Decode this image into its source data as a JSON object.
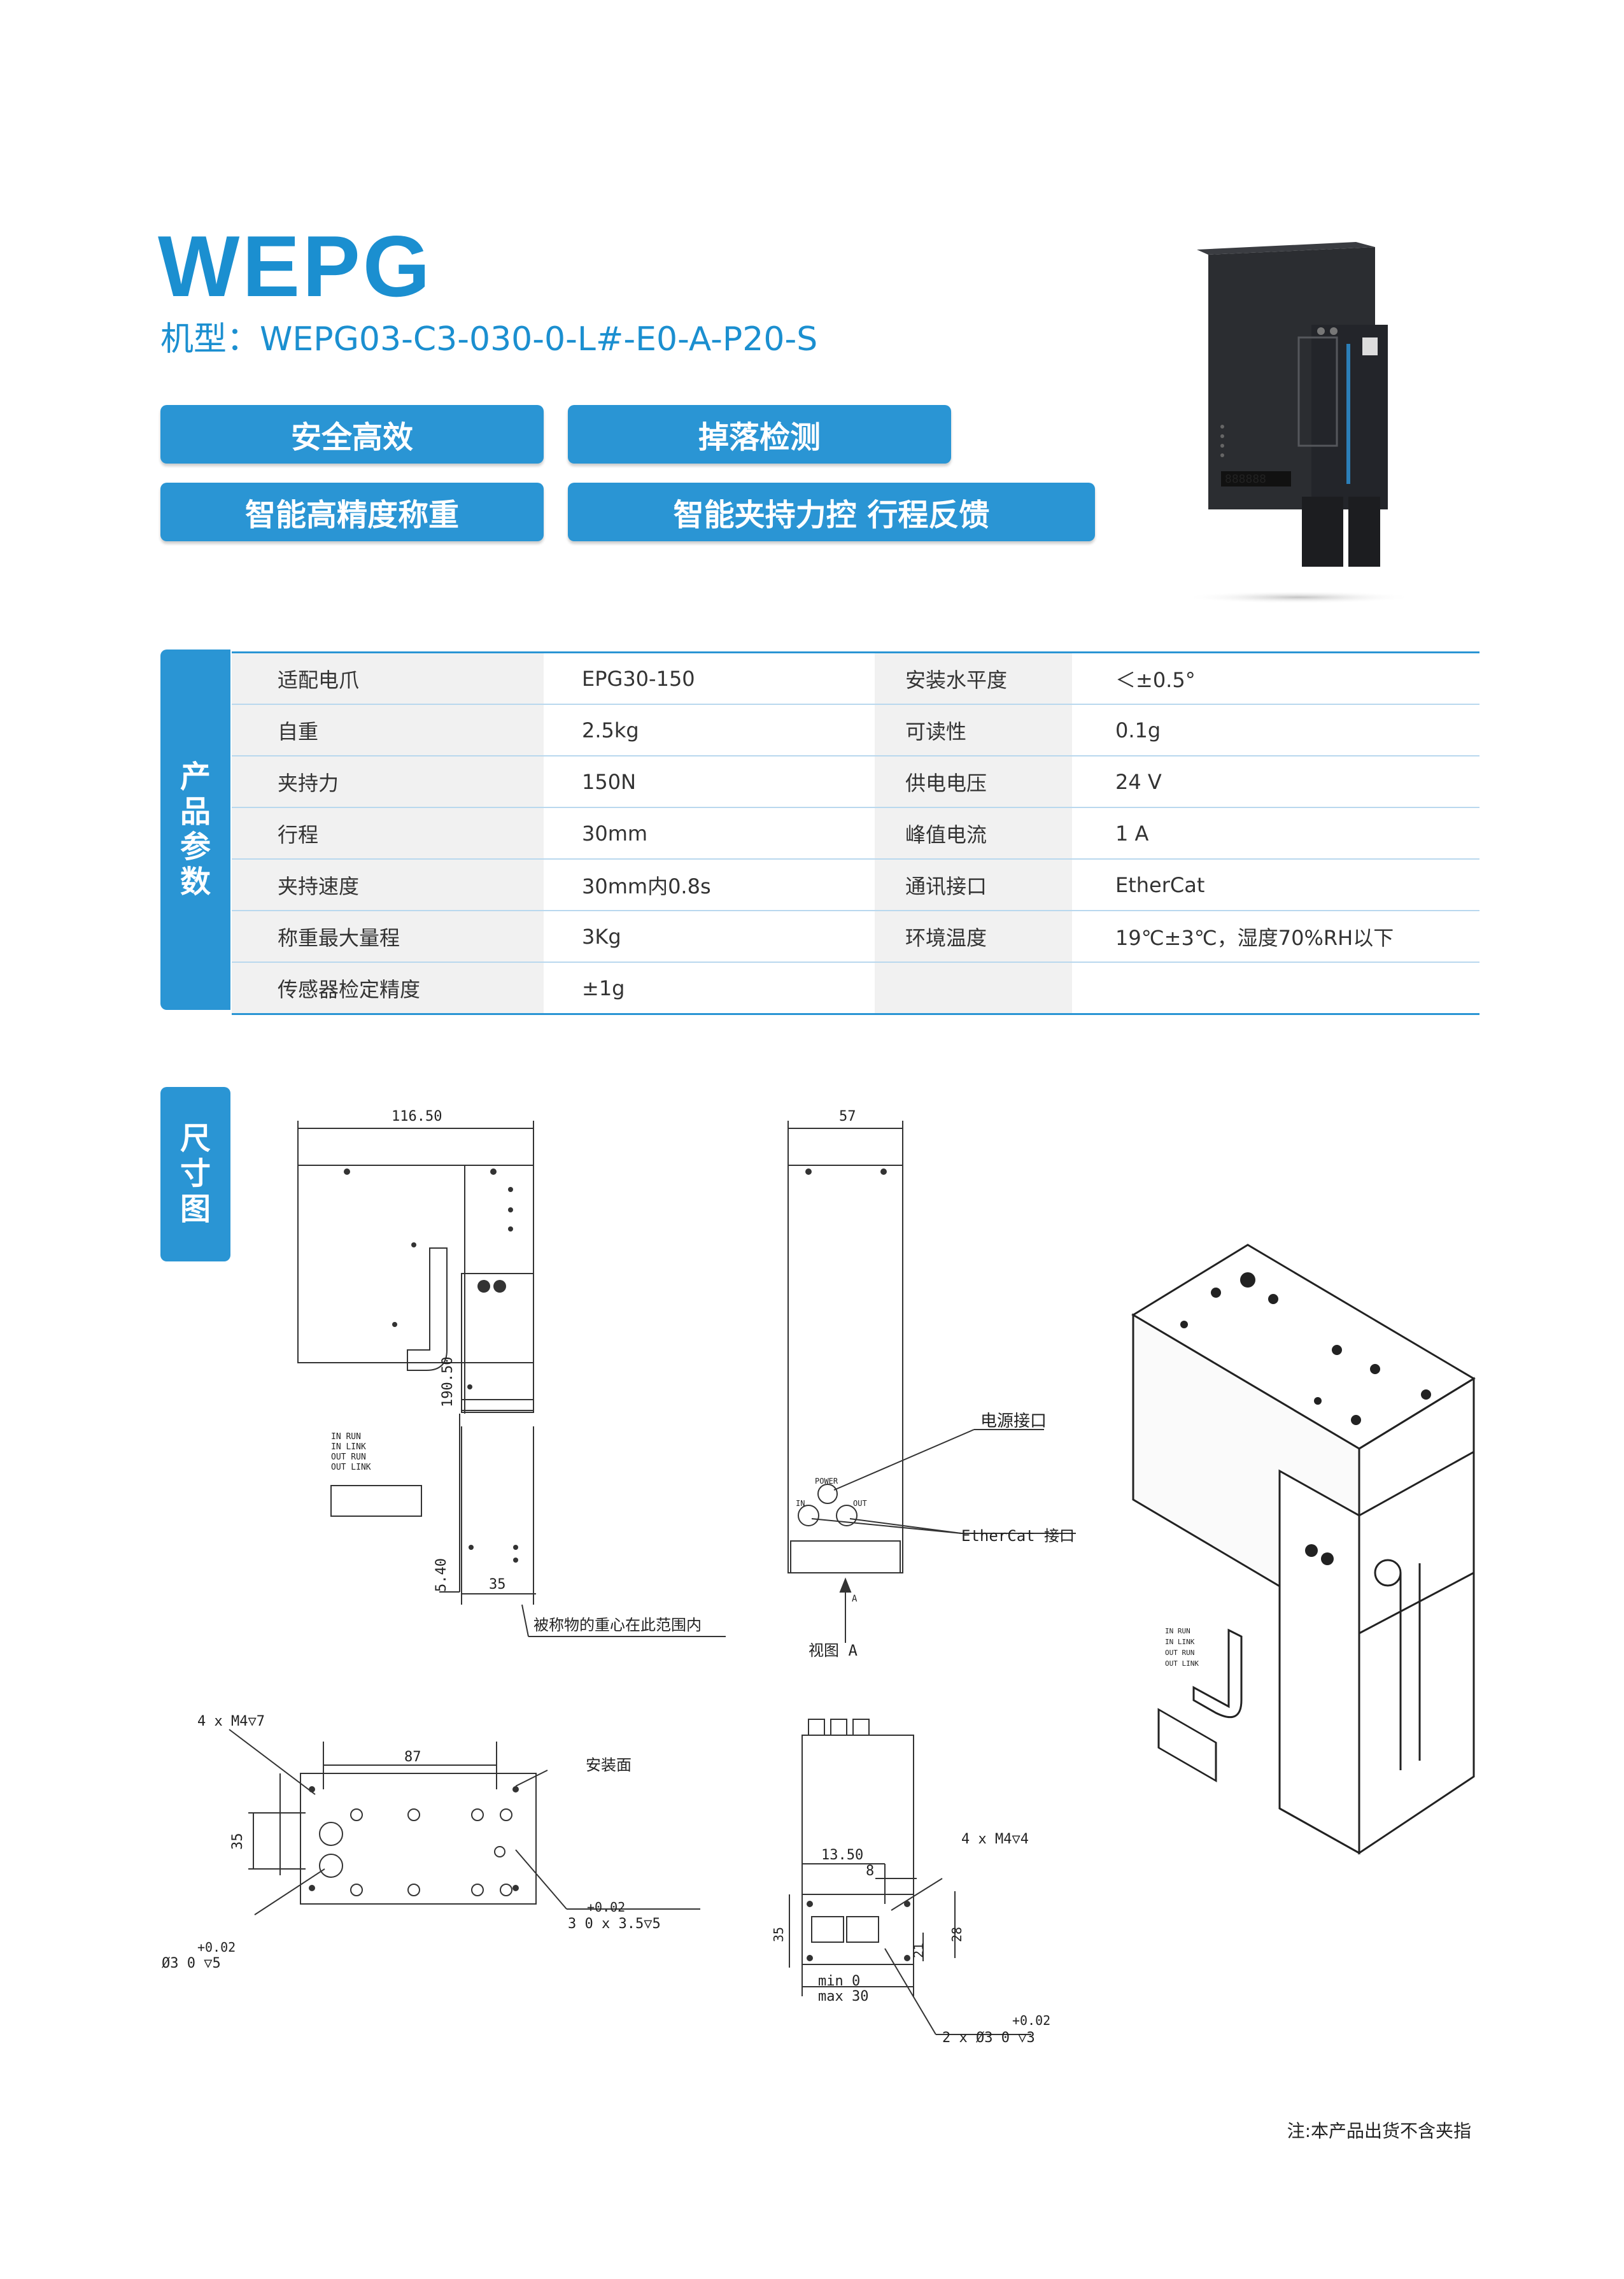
{
  "header": {
    "brand": "WEPG",
    "model_line": "机型：WEPG03-C3-030-0-L#-E0-A-P20-S"
  },
  "features": [
    "安全高效",
    "掉落检测",
    "智能高精度称重",
    "智能夹持力控 行程反馈"
  ],
  "params": {
    "section_label": "产\n品\n参\n数",
    "rows": [
      {
        "k1": "适配电爪",
        "v1": "EPG30-150",
        "k2": "安装水平度",
        "v2": "＜±0.5°"
      },
      {
        "k1": "自重",
        "v1": "2.5kg",
        "k2": "可读性",
        "v2": "0.1g"
      },
      {
        "k1": "夹持力",
        "v1": "150N",
        "k2": "供电电压",
        "v2": "24 V"
      },
      {
        "k1": "行程",
        "v1": "30mm",
        "k2": "峰值电流",
        "v2": "1 A"
      },
      {
        "k1": "夹持速度",
        "v1": "30mm内0.8s",
        "k2": "通讯接口",
        "v2": "EtherCat"
      },
      {
        "k1": "称重最大量程",
        "v1": "3Kg",
        "k2": "环境温度",
        "v2": "19℃±3℃，湿度70%RH以下"
      },
      {
        "k1": "传感器检定精度",
        "v1": "±1g",
        "k2": "",
        "v2": ""
      }
    ]
  },
  "dimensions": {
    "section_label": "尺\n寸\n图",
    "front": {
      "width": "116.50",
      "height": "190.50",
      "offset": "5.40",
      "base": "35",
      "callout": "被称物的重心在此范围内",
      "leds": [
        "IN RUN",
        "IN LINK",
        "OUT RUN",
        "OUT LINK"
      ]
    },
    "side": {
      "width": "57",
      "power_label": "电源接口",
      "ethercat_label": "EtherCat 接口",
      "view_label": "视图 A",
      "port_power": "POWER",
      "port_in": "IN",
      "port_out": "OUT",
      "arrow": "A"
    },
    "top": {
      "holes": "4 x M4▽7",
      "span": "87",
      "height": "35",
      "mount_label": "安装面",
      "pin_tol": "+0.02",
      "pin": "3   0     x 3.5▽5",
      "pin2_tol": "+0.02",
      "pin2": "Ø3   0     ▽5"
    },
    "bottom": {
      "d1": "13.50",
      "d2": "8",
      "holes": "4 x M4▽4",
      "h1": "35",
      "h2": "21",
      "h3": "28",
      "min": "min  0",
      "max": "max 30",
      "pin_tol": "+0.02",
      "pin": "2 x Ø3   0     ▽3"
    }
  },
  "footnote": "注:本产品出货不含夹指"
}
